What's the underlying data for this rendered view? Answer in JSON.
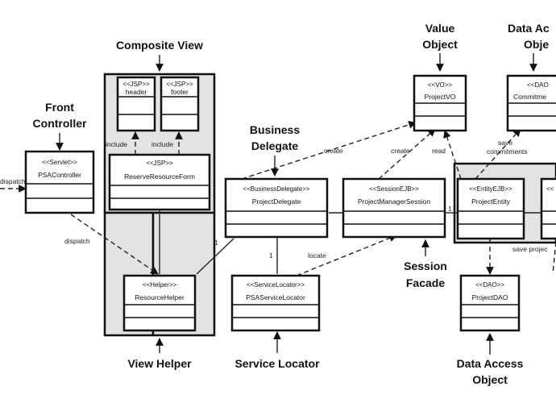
{
  "patterns": {
    "composite_view": "Composite View",
    "front_controller": [
      "Front",
      "Controller"
    ],
    "business_delegate": [
      "Business",
      "Delegate"
    ],
    "value_object": [
      "Value",
      "Object"
    ],
    "data_access_top": [
      "Data Ac",
      "Obje"
    ],
    "session_facade": [
      "Session",
      "Facade"
    ],
    "view_helper": "View Helper",
    "service_locator": "Service Locator",
    "data_access_bottom": [
      "Data Access",
      "Object"
    ]
  },
  "classes": {
    "header_jsp": {
      "stereo": "<<JSP>>",
      "name": "header"
    },
    "footer_jsp": {
      "stereo": "<<JSP>>",
      "name": "footer"
    },
    "reserve_form": {
      "stereo": "<<JSP>>",
      "name": "ReserveResourceForm"
    },
    "psa_controller": {
      "stereo": "<<Servlet>>",
      "name": "PSAController"
    },
    "project_delegate": {
      "stereo": "<<BusinessDelegate>>",
      "name": "ProjectDelegate"
    },
    "project_vo": {
      "stereo": "<<VO>>",
      "name": "ProjectVO"
    },
    "commitment_dao": {
      "stereo": "<<DAO",
      "name": "Commitme"
    },
    "pm_session": {
      "stereo": "<<SessionEJB>>",
      "name": "ProjectManagerSession"
    },
    "project_entity": {
      "stereo": "<<EntityEJB>>",
      "name": "ProjectEntity"
    },
    "cut_right": {
      "stereo": "<<",
      "name": ""
    },
    "resource_helper": {
      "stereo": "<<Helper>>",
      "name": "ResourceHelper"
    },
    "service_locator": {
      "stereo": "<<ServiceLocator>>",
      "name": "PSAServiceLocator"
    },
    "project_dao": {
      "stereo": "<<DAO>>",
      "name": "ProjectDAO"
    }
  },
  "labels": {
    "include_left": "include",
    "include_right": "include",
    "dispatch_left": "dispatch",
    "dispatch_down": "dispatch",
    "create_delegate": "create",
    "create_session": "create",
    "read": "read",
    "save_commitments": [
      "save",
      "commitments"
    ],
    "locate": "locate",
    "mult_one_helper": "1",
    "mult_one_locator": "1",
    "mult_one_entity": "1",
    "save_project": "save projec"
  }
}
